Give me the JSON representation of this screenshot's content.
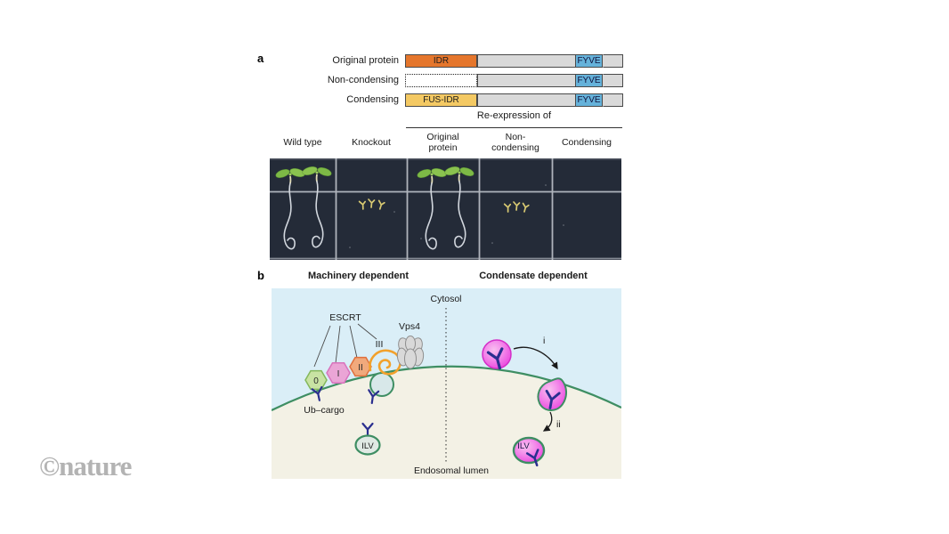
{
  "watermark": "©nature",
  "panel_a": {
    "label": "a",
    "constructs": [
      {
        "name": "Original protein",
        "segment": "IDR",
        "domain": "FYVE"
      },
      {
        "name": "Non-condensing",
        "segment": "",
        "domain": "FYVE"
      },
      {
        "name": "Condensing",
        "segment": "FUS-IDR",
        "domain": "FYVE"
      }
    ],
    "reexpression": "Re-expression of",
    "columns": [
      {
        "l1": "Wild type",
        "l2": ""
      },
      {
        "l1": "Knockout",
        "l2": ""
      },
      {
        "l1": "Original",
        "l2": "protein"
      },
      {
        "l1": "Non-",
        "l2": "condensing"
      },
      {
        "l1": "Condensing",
        "l2": ""
      }
    ]
  },
  "panel_b": {
    "label": "b",
    "left_title": "Machinery dependent",
    "right_title": "Condensate dependent",
    "cytosol": "Cytosol",
    "endosomal_lumen": "Endosomal lumen",
    "escrt": "ESCRT",
    "complexes": [
      "0",
      "I",
      "II",
      "III"
    ],
    "vps4": "Vps4",
    "ub_cargo": "Ub–cargo",
    "ilv": "ILV",
    "step_i": "i",
    "step_ii": "ii"
  },
  "colors": {
    "idr_orange": "#e5762c",
    "fus_yellow": "#f4c963",
    "fyve_blue": "#65b2da",
    "bar_gray": "#d9d9d9",
    "cytosol_blue": "#daeef7",
    "lumen_cream": "#f3f1e5",
    "membrane_green": "#3e8e63",
    "condensate_magenta": "#ee44df",
    "escrt0_green": "#c8e3a3",
    "escrt1_pink": "#eaa5d6",
    "escrt2_orange": "#f1a97c",
    "escrt3_spiral_orange": "#f2a12c",
    "vps4_gray": "#d9d9d9",
    "cargo_navy": "#2a2f8f",
    "photo_background": "#242b38"
  }
}
